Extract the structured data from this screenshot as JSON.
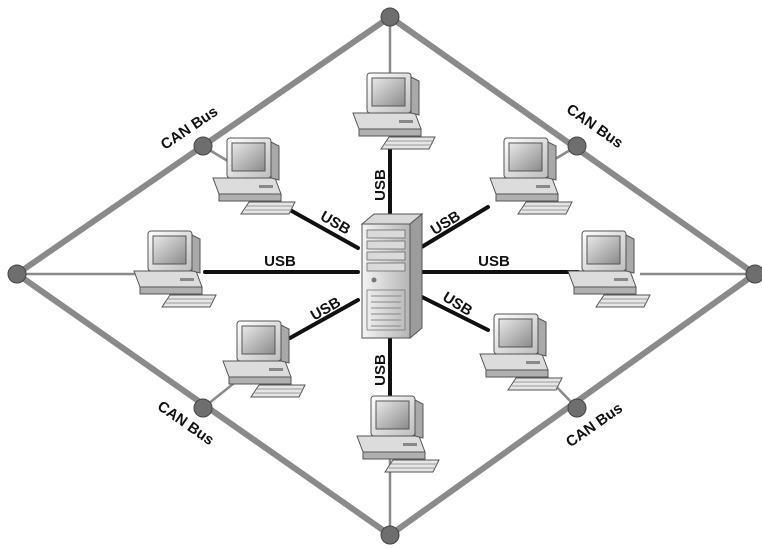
{
  "labels": {
    "can_top_left": "CAN Bus",
    "can_top_right": "CAN Bus",
    "can_bottom_left": "CAN Bus",
    "can_bottom_right": "CAN Bus",
    "usb_top": "USB",
    "usb_upper_left": "USB",
    "usb_upper_right": "USB",
    "usb_left": "USB",
    "usb_right": "USB",
    "usb_lower_left": "USB",
    "usb_lower_right": "USB",
    "usb_bottom": "USB"
  },
  "colors": {
    "can_bus_line": "#8a8a8a",
    "usb_line": "#111111",
    "node": "#6e6e6e",
    "device_light": "#f2f2f2",
    "device_mid": "#cfcfcf",
    "device_dark": "#8f8f8f"
  },
  "icons": {
    "server": "server-tower-icon",
    "workstation": "desktop-computer-icon"
  }
}
